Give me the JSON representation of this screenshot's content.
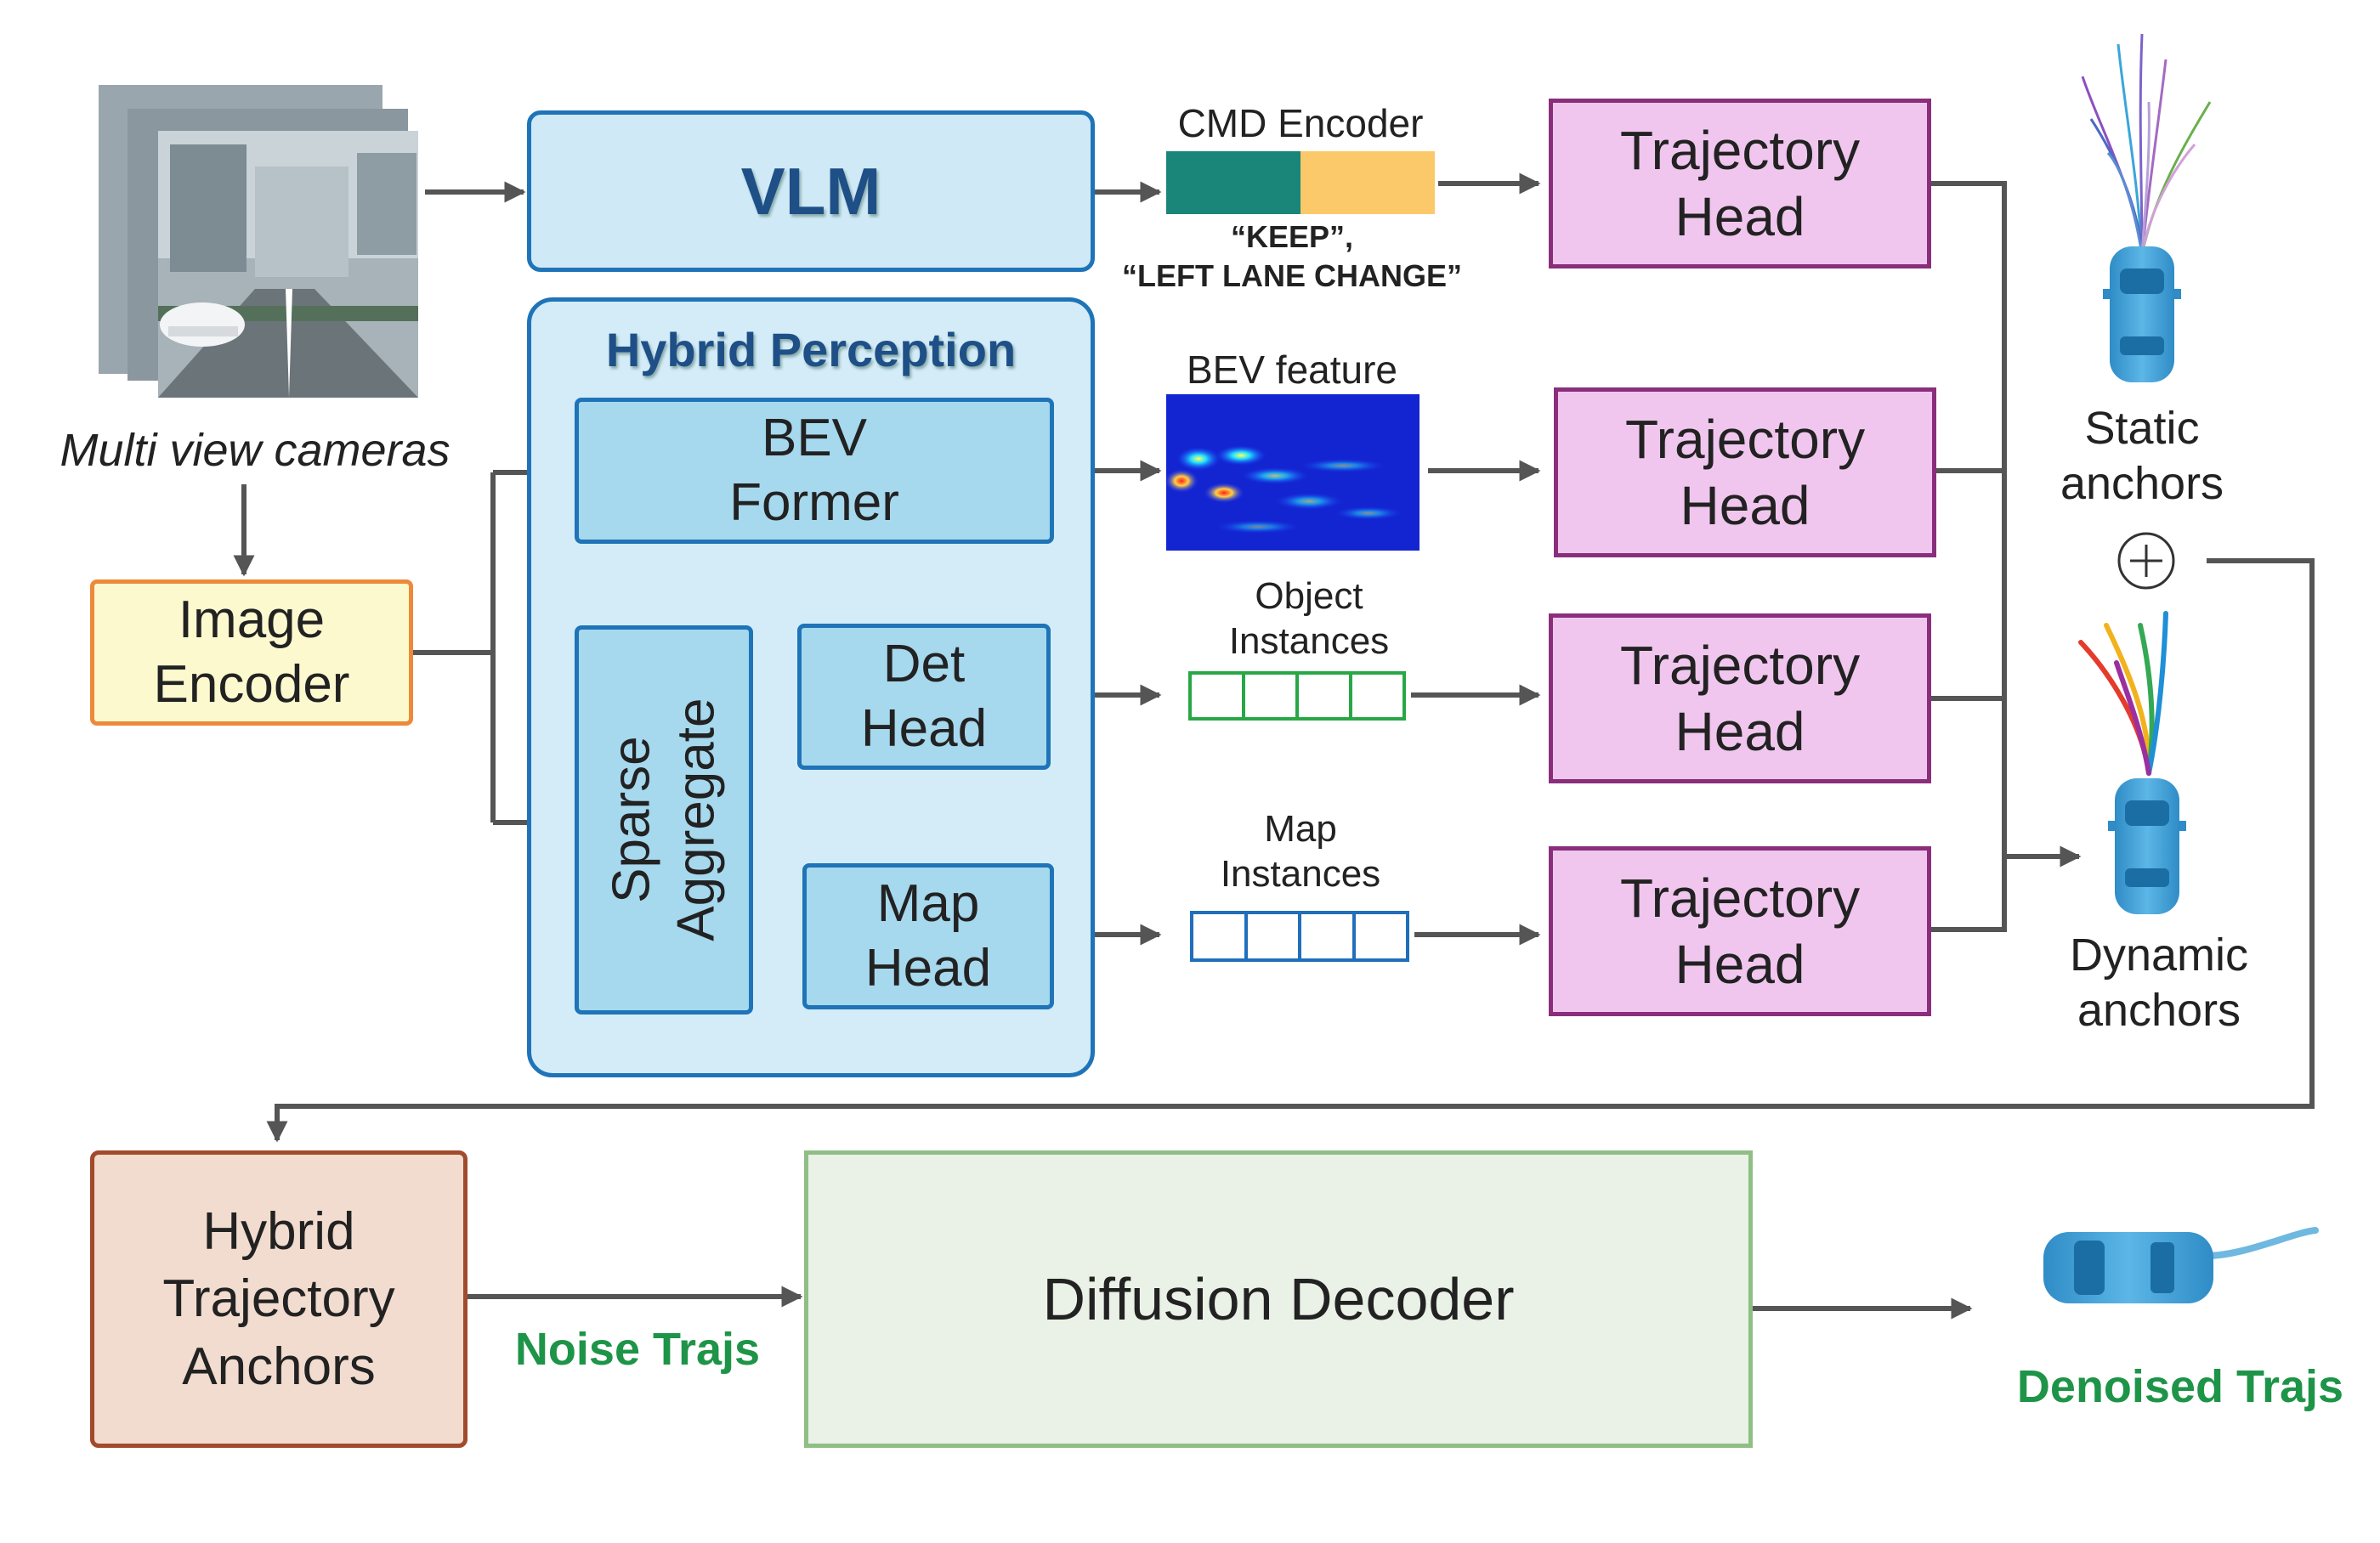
{
  "cameras": {
    "caption": "Multi view cameras"
  },
  "image_encoder": {
    "label": "Image\nEncoder"
  },
  "vlm": {
    "label": "VLM"
  },
  "cmd_encoder": {
    "title": "CMD Encoder",
    "commands": "“KEEP”,\n“LEFT LANE CHANGE”"
  },
  "hybrid_perception": {
    "title": "Hybrid Perception",
    "bev_former": "BEV\nFormer",
    "sparse_aggregate": "Sparse\nAggregate",
    "det_head": "Det\nHead",
    "map_head": "Map\nHead"
  },
  "bev_feature": {
    "title": "BEV feature"
  },
  "object_instances": {
    "title": "Object\nInstances"
  },
  "map_instances": {
    "title": "Map\nInstances"
  },
  "trajectory_heads": [
    {
      "label": "Trajectory\nHead"
    },
    {
      "label": "Trajectory\nHead"
    },
    {
      "label": "Trajectory\nHead"
    },
    {
      "label": "Trajectory\nHead"
    }
  ],
  "static_anchors": {
    "label": "Static\nanchors"
  },
  "dynamic_anchors": {
    "label": "Dynamic\nanchors"
  },
  "hybrid_anchors": {
    "label": "Hybrid\nTrajectory\nAnchors"
  },
  "noise_trajs": {
    "label": "Noise Trajs"
  },
  "diffusion_decoder": {
    "label": "Diffusion Decoder"
  },
  "denoised_trajs": {
    "label": "Denoised Trajs"
  },
  "colors": {
    "vlm_fill": "#cfeaf6",
    "perception_fill": "#d3ecf8",
    "inner_fill": "#a6d8ee",
    "blue_border": "#1f74b8",
    "traj_fill": "#f0c6ee",
    "traj_border": "#8a2e7c",
    "encoder_fill": "#fdf9cf",
    "encoder_border": "#ec8a3a",
    "anchor_fill": "#f2dccf",
    "anchor_border": "#a24a2c",
    "diffusion_fill": "#eaf1e6",
    "diffusion_border": "#8fbf84",
    "cmd_teal": "#1a8579",
    "cmd_yellow": "#fcc96a",
    "object_green": "#28a745",
    "map_blue": "#1f6fba",
    "green_text": "#1e9448",
    "arrow": "#555555"
  }
}
